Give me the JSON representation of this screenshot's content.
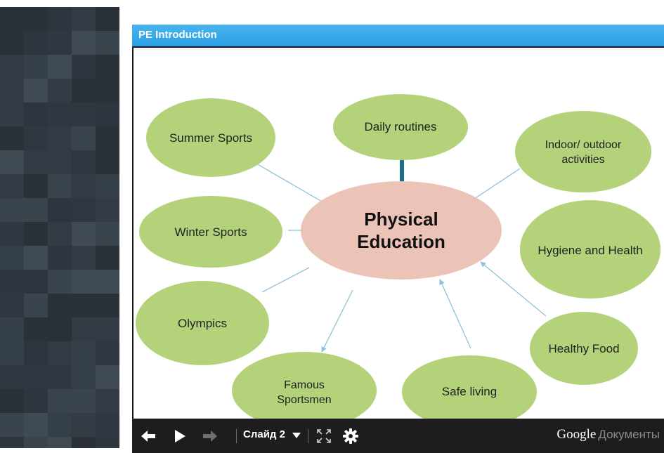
{
  "viewer": {
    "title": "PE Introduction"
  },
  "slide": {
    "center": [
      "Physical",
      "Education"
    ],
    "bubbles": [
      {
        "name": "bubble-summer-sports",
        "lines": [
          "Summer Sports"
        ]
      },
      {
        "name": "bubble-daily-routines",
        "lines": [
          "Daily routines"
        ]
      },
      {
        "name": "bubble-indoor-outdoor",
        "lines": [
          "Indoor/ outdoor",
          "activities"
        ]
      },
      {
        "name": "bubble-winter-sports",
        "lines": [
          "Winter Sports"
        ]
      },
      {
        "name": "bubble-hygiene-health",
        "lines": [
          "Hygiene and Health"
        ]
      },
      {
        "name": "bubble-olympics",
        "lines": [
          "Olympics"
        ]
      },
      {
        "name": "bubble-healthy-food",
        "lines": [
          "Healthy Food"
        ]
      },
      {
        "name": "bubble-famous-sportsmen",
        "lines": [
          "Famous",
          "Sportsmen"
        ]
      },
      {
        "name": "bubble-safe-living",
        "lines": [
          "Safe living"
        ]
      }
    ],
    "colors": {
      "bubble_fill": "#b3d27a",
      "center_fill": "#ecc3b7",
      "connector": "#8fc0d8",
      "thick_connector": "#1f6f86"
    }
  },
  "controls": {
    "slide_label": "Слайд 2",
    "brand_google": "Google",
    "brand_docs": "Документы",
    "icons": [
      "arrow-left-icon",
      "play-icon",
      "arrow-right-icon",
      "chevron-down-icon",
      "fullscreen-icon",
      "gear-icon"
    ]
  },
  "background": {
    "mosaic_colors": [
      "#2d353e",
      "#333c45",
      "#3a444d",
      "#2a3139",
      "#404a53",
      "#353f48",
      "#2f3740"
    ]
  }
}
